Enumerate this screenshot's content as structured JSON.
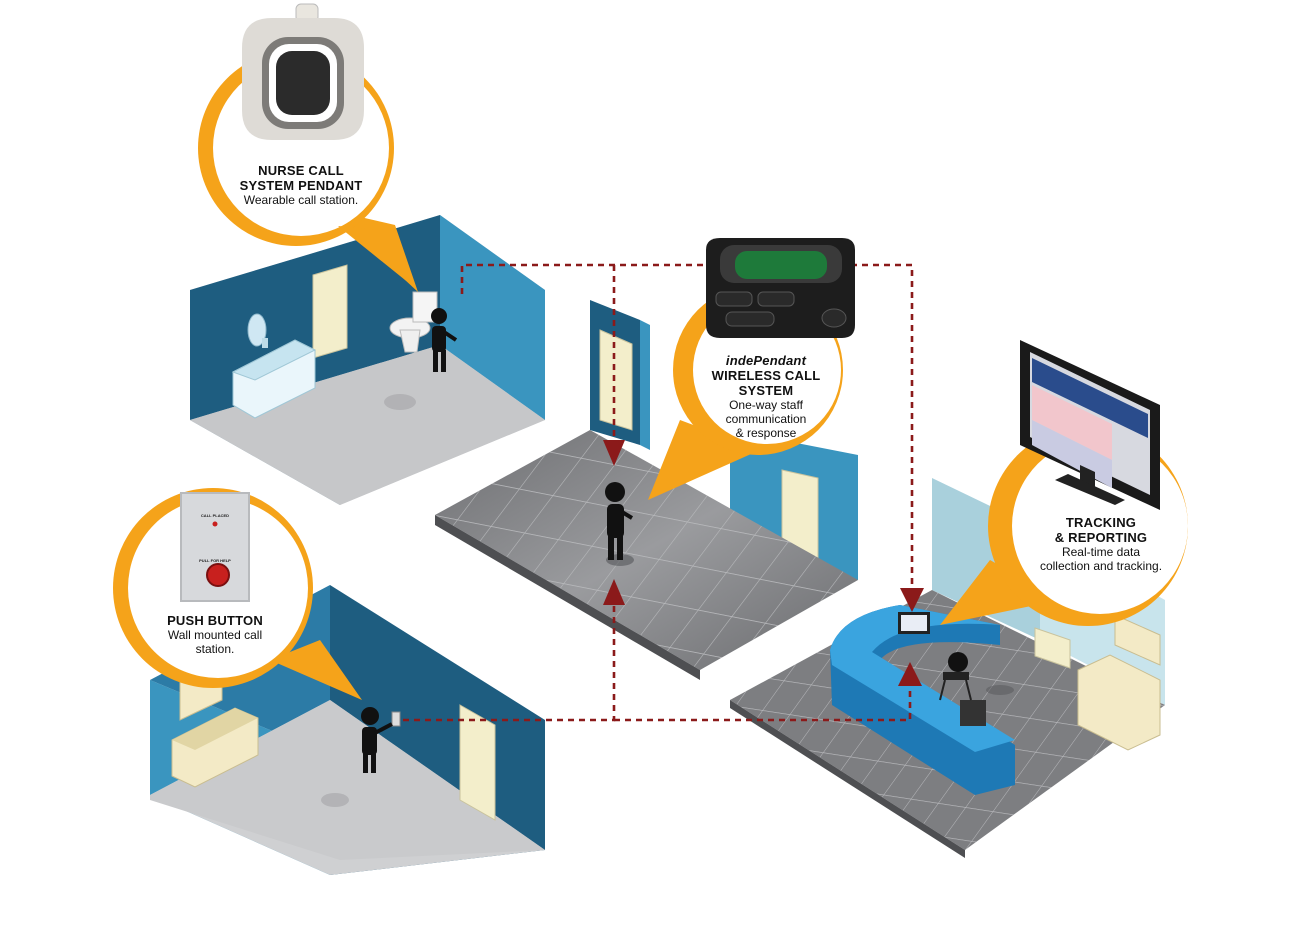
{
  "callouts": {
    "pendant": {
      "title_line1": "NURSE CALL",
      "title_line2": "SYSTEM PENDANT",
      "desc": "Wearable call station."
    },
    "wireless": {
      "title_italic": "indePendant",
      "title_line2": "WIRELESS CALL",
      "title_line3": "SYSTEM",
      "desc_line1": "One-way staff",
      "desc_line2": "communication",
      "desc_line3": "& response"
    },
    "tracking": {
      "title_line1": "TRACKING",
      "title_line2": "& REPORTING",
      "desc_line1": "Real-time data",
      "desc_line2": "collection and tracking."
    },
    "push": {
      "title": "PUSH BUTTON",
      "desc_line1": "Wall mounted call",
      "desc_line2": "station."
    }
  },
  "device": {
    "call_placed": "CALL PLACED",
    "pull_for_help": "PULL FOR HELP"
  },
  "colors": {
    "accent": "#f5a31a",
    "wall_dark": "#1e5d80",
    "wall_light": "#3a95bf",
    "floor": "#c9cacc",
    "tile": "#7a7b7e",
    "signal": "#8b1a1a"
  }
}
